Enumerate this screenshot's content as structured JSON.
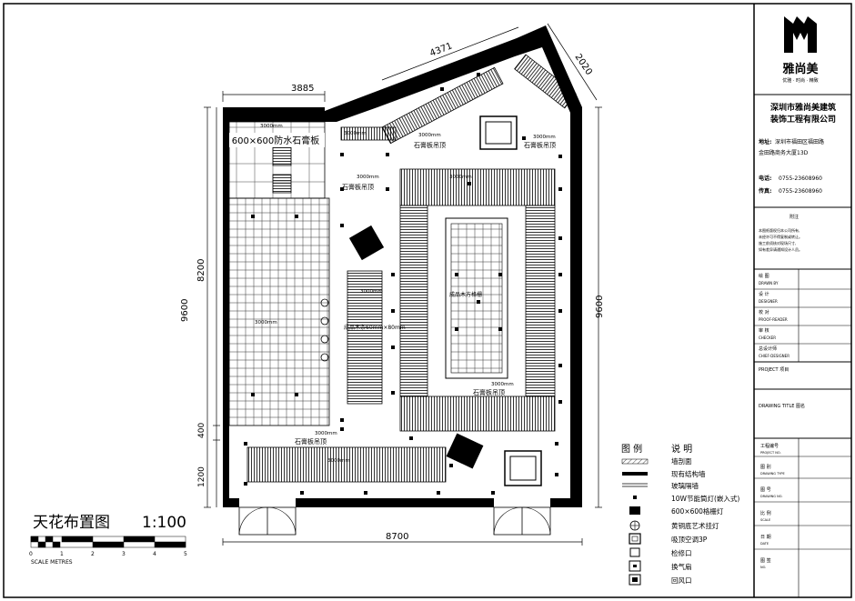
{
  "drawing": {
    "title": "天花布置图",
    "scale": "1:100",
    "scale_unit": "SCALE METRES",
    "scale_ticks": [
      "0",
      "1",
      "2",
      "3",
      "4",
      "5"
    ]
  },
  "dimensions": {
    "top_left": "3885",
    "top_diag": "4371",
    "top_right_diag": "2020",
    "left_total": "9600",
    "left_upper": "8200",
    "left_mid": "400",
    "left_lower": "1200",
    "right_total": "9600",
    "bottom": "8700"
  },
  "labels": {
    "waterproof_board": "600×600防水石膏板",
    "gypsum_ceiling_1": "石膏板吊顶",
    "gypsum_ceiling_2": "石膏板吊顶",
    "gypsum_ceiling_3": "石膏板吊顶",
    "gypsum_ceiling_4": "石膏板吊顶",
    "gypsum_ceiling_5": "石膏板吊顶",
    "h3000_a": "3000mm",
    "h3000_b": "3000mm",
    "h3000_c": "3000mm",
    "h3000_d": "3000mm",
    "h3000_e": "3000mm",
    "h3000_f": "3000mm",
    "h3000_g": "3000mm",
    "h3000_h": "3000mm",
    "h3000_i": "3000mm",
    "h3000_j": "3000mm",
    "h3000_k": "3000mm",
    "wood_grid": "成品木方格栅",
    "slat_note": "成品木条60mm×80mm"
  },
  "legend": {
    "header_left": "图 例",
    "header_right": "说 明",
    "items": [
      {
        "icon": "hatch-icon",
        "text": "墙剖面"
      },
      {
        "icon": "solid-wall-icon",
        "text": "现有结构墙"
      },
      {
        "icon": "glass-wall-icon",
        "text": "玻璃隔墙"
      },
      {
        "icon": "downlight-icon",
        "text": "10W节能筒灯(嵌入式)"
      },
      {
        "icon": "grille-light-icon",
        "text": "600×600格栅灯"
      },
      {
        "icon": "pendant-icon",
        "text": "黄铜底艺术挂灯"
      },
      {
        "icon": "ac-icon",
        "text": "吸顶空调3P"
      },
      {
        "icon": "access-icon",
        "text": "检修口"
      },
      {
        "icon": "fan-icon",
        "text": "换气扇"
      },
      {
        "icon": "vent-icon",
        "text": "回风口"
      }
    ]
  },
  "title_block": {
    "logo_text": "雅尚美",
    "logo_sub": "优雅 · 时尚 · 精致",
    "company_line1": "深圳市雅尚美建筑",
    "company_line2": "装饰工程有限公司",
    "address_label": "地址:",
    "address_value": "深圳市福田区福田路",
    "address_value2": "金田路商务大厦13D",
    "tel_label": "电话:",
    "tel_value": "0755-23608960",
    "fax_label": "传真:",
    "fax_value": "0755-23608960",
    "notes_title": "附注",
    "notes": [
      "本图纸版权归本公司所有,",
      "未经许可不得复制或转让。",
      "施工前须核对现场尺寸,",
      "如有差异请通知设计人员。"
    ],
    "rows": [
      {
        "cn": "绘 图",
        "en": "DRAWN BY"
      },
      {
        "cn": "设 计",
        "en": "DESIGNER"
      },
      {
        "cn": "校 对",
        "en": "PROOF-READER"
      },
      {
        "cn": "审 核",
        "en": "CHECKER"
      },
      {
        "cn": "总设计师",
        "en": "CHIEF-DESIGNER"
      }
    ],
    "project_label": "PROJECT 项目",
    "drawing_title_label": "DRAWING TITLE 图名",
    "bottom_rows": [
      {
        "cn": "工程编号",
        "en": "PROJECT NO."
      },
      {
        "cn": "图 别",
        "en": "DRAWING TYPE"
      },
      {
        "cn": "图 号",
        "en": "DRAWING NO."
      },
      {
        "cn": "比 例",
        "en": "SCALE"
      },
      {
        "cn": "日 期",
        "en": "DATE"
      },
      {
        "cn": "图 签",
        "en": "NO."
      }
    ]
  }
}
